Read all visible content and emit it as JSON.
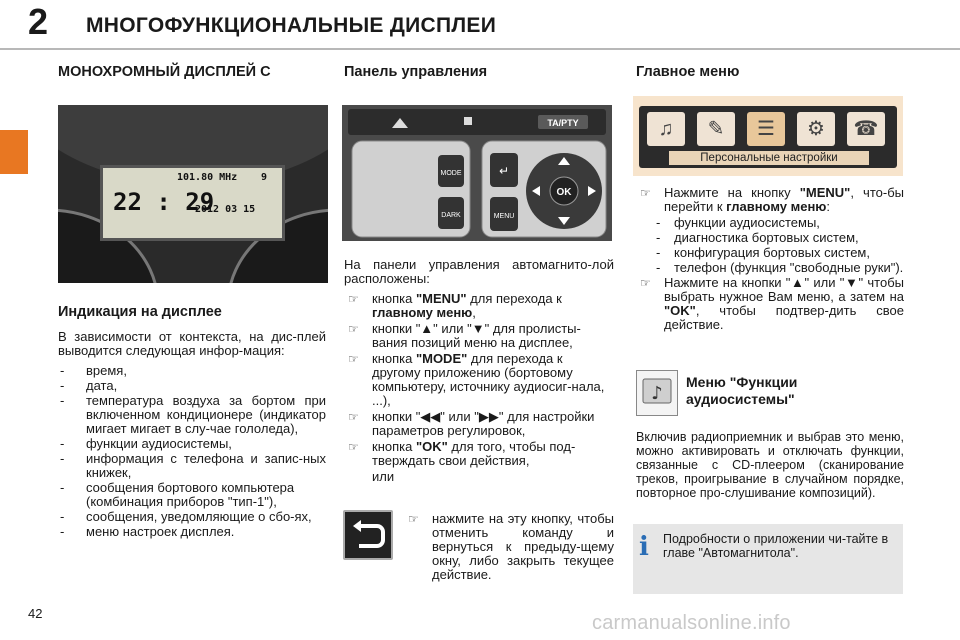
{
  "header": {
    "chapter_number": "2",
    "chapter_title": "МНОГОФУНКЦИОНАЛЬНЫЕ ДИСПЛЕИ"
  },
  "colors": {
    "accent": "#e87722",
    "info_icon": "#2a6db5"
  },
  "col1": {
    "heading": "МОНОХРОМНЫЙ ДИСПЛЕЙ С",
    "display": {
      "clock": "22 : 29",
      "freq": "101.80 MHz",
      "freq_channel": "9",
      "date": "2012 03 15"
    },
    "subheading": "Индикация на дисплее",
    "intro": "В зависимости от контекста, на дис-плей выводится следующая инфор-мация:",
    "items": [
      "время,",
      "дата,",
      "температура воздуха за бортом при включенном кондиционере (индикатор мигает мигает в слу-чае гололеда),",
      "функции аудиосистемы,",
      "информация с телефона и запис-ных книжек,",
      "сообщения бортового компьютера (комбинация приборов \"тип-1\"),",
      "сообщения, уведомляющие о сбо-ях,",
      "меню настроек дисплея."
    ]
  },
  "col2": {
    "heading": "Панель управления",
    "panel_labels": {
      "ta": "TA/PTY",
      "mode": "MODE",
      "dark": "DARK",
      "menu": "MENU",
      "ok": "OK"
    },
    "intro": "На панели управления автомагнито-лой расположены:",
    "items": [
      {
        "pre": "кнопка ",
        "kw": "\"MENU\"",
        "post": " для перехода к ",
        "kw2": "главному меню",
        "post2": ","
      },
      {
        "pre": "кнопки \"▲\" или \"▼\" для пролисты-вания позиций меню на дисплее,",
        "kw": "",
        "post": "",
        "kw2": "",
        "post2": ""
      },
      {
        "pre": "кнопка ",
        "kw": "\"MODE\"",
        "post": " для перехода к другому приложению (бортовому компьютеру, источнику аудиосиг-нала, ...),",
        "kw2": "",
        "post2": ""
      },
      {
        "pre": "кнопки \"◀◀\" или \"▶▶\" для настройки параметров регулировок,",
        "kw": "",
        "post": "",
        "kw2": "",
        "post2": ""
      },
      {
        "pre": "кнопка ",
        "kw": "\"OK\"",
        "post": " для того, чтобы под-тверждать свои действия,",
        "kw2": "",
        "post2": ""
      }
    ],
    "or": "или",
    "return_text": "нажмите на эту кнопку, чтобы отменить команду и вернуться к предыду-щему окну, либо закрыть текущее действие."
  },
  "col3": {
    "heading": "Главное меню",
    "menu_caption": "Персональные настройки",
    "item1_pre": "Нажмите на кнопку ",
    "item1_kw": "\"MENU\"",
    "item1_mid": ", что-бы перейти к ",
    "item1_kw2": "главному меню",
    "item1_post": ":",
    "sub_items": [
      "функции аудиосистемы,",
      "диагностика бортовых систем,",
      "конфигурация бортовых систем,",
      "телефон (функция \"свободные руки\")."
    ],
    "item2_pre": "Нажмите на кнопки \"▲\" или \"▼\" чтобы выбрать нужное Вам меню, а затем на ",
    "item2_kw": "\"OK\"",
    "item2_post": ", чтобы подтвер-дить свое действие.",
    "audio_heading": "Меню \"Функции аудиосистемы\"",
    "audio_text": "Включив радиоприемник и выбрав это меню, можно активировать и отключать функции, связанные с CD-плеером (сканирование треков, проигрывание в случайном порядке, повторное про-слушивание композиций).",
    "info_text": "Подробности о приложении чи-тайте в главе \"Автомагнитола\"."
  },
  "footer": {
    "page_number": "42",
    "watermark": "carmanualsonline.info"
  }
}
